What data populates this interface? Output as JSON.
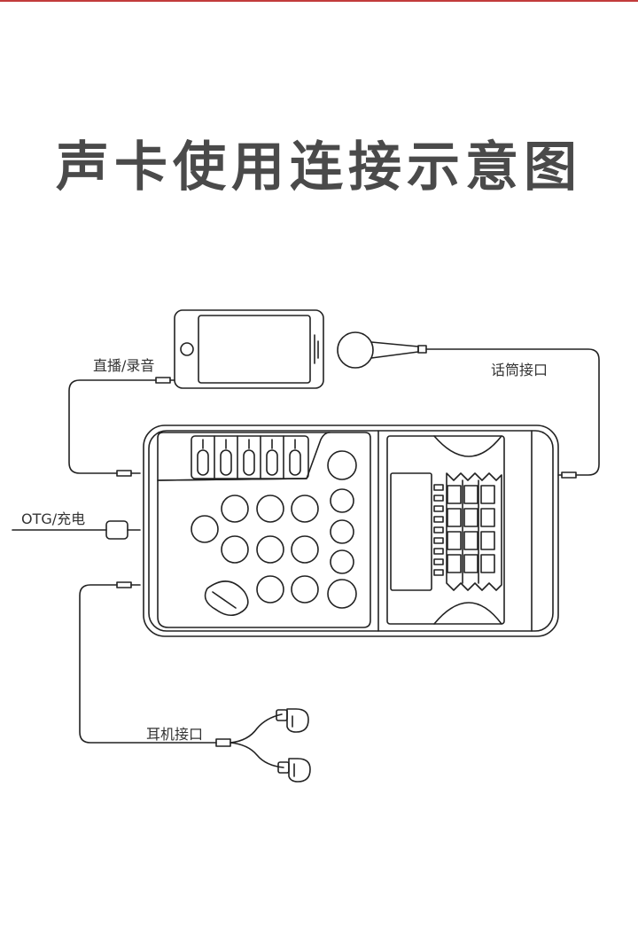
{
  "title": "声卡使用连接示意图",
  "labels": {
    "live_record": "直播/录音",
    "mic_port": "话筒接口",
    "otg_charge": "OTG/充电",
    "earphone_port": "耳机接口"
  },
  "colors": {
    "accent": "#c23b3b",
    "line": "#222222",
    "title": "#4a4a4a"
  }
}
